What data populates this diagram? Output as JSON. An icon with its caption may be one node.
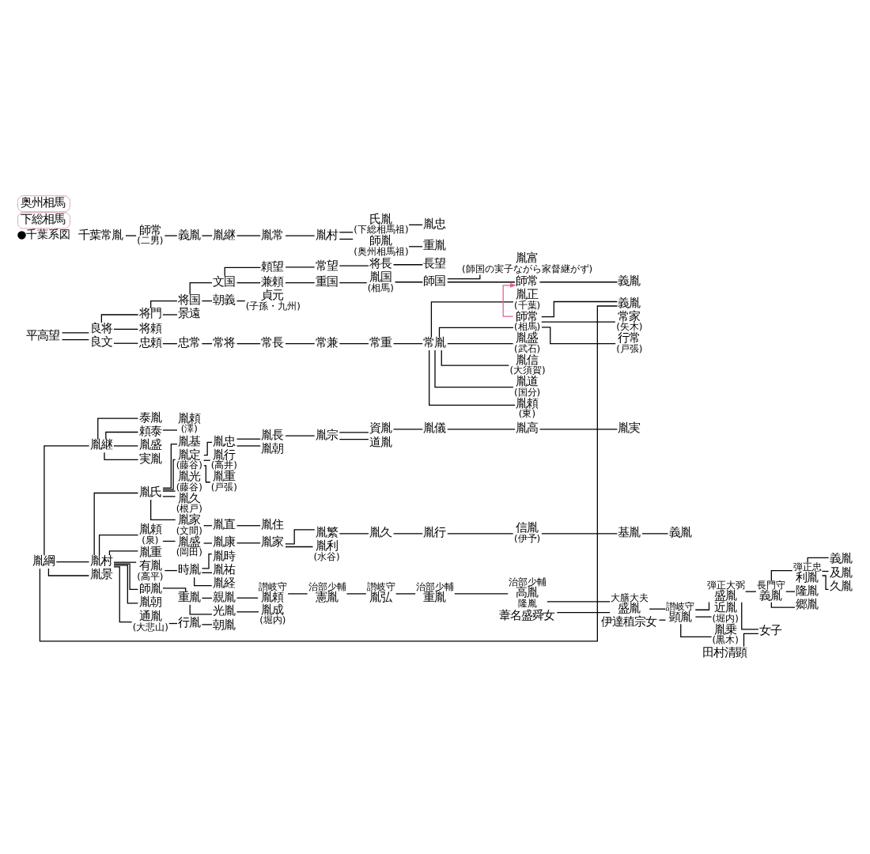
{
  "diagram": {
    "nodes": [
      {
        "text": [
          "平高望"
        ]
      },
      {
        "text": [
          "良将"
        ]
      },
      {
        "text": [
          "将門"
        ]
      },
      {
        "text": [
          "将頼"
        ]
      },
      {
        "text": [
          "将国"
        ]
      },
      {
        "text": [
          "景遠"
        ]
      },
      {
        "text": [
          "文国"
        ]
      },
      {
        "text": [
          "朝義"
        ]
      },
      {
        "text": [
          "貞元"
        ],
        "beside": [
          "(子孫・九州)"
        ]
      },
      {
        "text": [
          "頼望"
        ]
      },
      {
        "text": [
          "常望"
        ]
      },
      {
        "text": [
          "将長"
        ]
      },
      {
        "text": [
          "長望"
        ]
      },
      {
        "text": [
          "兼頼"
        ]
      },
      {
        "text": [
          "重国"
        ]
      },
      {
        "text": [
          "胤国"
        ],
        "beside": [
          "(相馬)"
        ]
      },
      {
        "text": [
          "師国"
        ]
      },
      {
        "text": [
          "胤富"
        ],
        "beside": [
          "(師国の実子ながら家督継がず)"
        ]
      },
      {
        "text": [
          "師常"
        ]
      },
      {
        "text": [
          "義胤"
        ]
      },
      {
        "text": [
          "良文"
        ]
      },
      {
        "text": [
          "忠頼"
        ]
      },
      {
        "text": [
          "忠常"
        ]
      },
      {
        "text": [
          "常将"
        ]
      },
      {
        "text": [
          "常長"
        ]
      },
      {
        "text": [
          "常兼"
        ]
      },
      {
        "text": [
          "常重"
        ]
      },
      {
        "text": [
          "常胤"
        ]
      },
      {
        "text": [
          "胤正"
        ],
        "beside": [
          "(千葉)"
        ]
      },
      {
        "text": [
          "師常"
        ],
        "beside": [
          "(相馬)"
        ]
      },
      {
        "text": [
          "義胤"
        ]
      },
      {
        "text": [
          "常家"
        ],
        "beside": [
          "(矢木)"
        ]
      },
      {
        "text": [
          "行常"
        ],
        "beside": [
          "(戸張)"
        ]
      },
      {
        "text": [
          "胤盛"
        ],
        "beside": [
          "(武石)"
        ]
      },
      {
        "text": [
          "胤信"
        ],
        "beside": [
          "(大須賀)"
        ]
      },
      {
        "text": [
          "胤道"
        ],
        "beside": [
          "(国分)"
        ]
      },
      {
        "text": [
          "胤頼"
        ],
        "beside": [
          "(東)"
        ]
      },
      {
        "text": [
          "千葉常胤"
        ]
      },
      {
        "text": [
          "師常"
        ],
        "beside": [
          "(二男)"
        ]
      },
      {
        "text": [
          "義胤"
        ]
      },
      {
        "text": [
          "胤継"
        ]
      },
      {
        "text": [
          "胤常"
        ]
      },
      {
        "text": [
          "胤村"
        ]
      },
      {
        "text": [
          "氏胤"
        ],
        "beside": [
          "(下総相馬祖)"
        ]
      },
      {
        "text": [
          "胤忠"
        ]
      },
      {
        "text": [
          "師胤"
        ],
        "beside": [
          "(奥州相馬祖)"
        ]
      },
      {
        "text": [
          "重胤"
        ]
      },
      {
        "text": [
          "胤綱"
        ]
      },
      {
        "text": [
          "胤継"
        ]
      },
      {
        "text": [
          "泰胤"
        ]
      },
      {
        "text": [
          "頼泰"
        ]
      },
      {
        "text": [
          "胤頼"
        ],
        "beside": [
          "(澤)"
        ]
      },
      {
        "text": [
          "胤盛"
        ]
      },
      {
        "text": [
          "実胤"
        ]
      },
      {
        "text": [
          "胤村"
        ]
      },
      {
        "text": [
          "胤氏"
        ]
      },
      {
        "text": [
          "胤基"
        ]
      },
      {
        "text": [
          "胤定"
        ],
        "beside": [
          "(藤谷)"
        ]
      },
      {
        "text": [
          "胤忠"
        ]
      },
      {
        "text": [
          "胤行"
        ],
        "beside": [
          "(高井)"
        ]
      },
      {
        "text": [
          "胤重"
        ],
        "beside": [
          "(戸張)"
        ]
      },
      {
        "text": [
          "胤長"
        ]
      },
      {
        "text": [
          "胤朝"
        ]
      },
      {
        "text": [
          "胤宗"
        ]
      },
      {
        "text": [
          "資胤"
        ]
      },
      {
        "text": [
          "胤儀"
        ]
      },
      {
        "text": [
          "胤高"
        ]
      },
      {
        "text": [
          "胤実"
        ]
      },
      {
        "text": [
          "道胤"
        ]
      },
      {
        "text": [
          "胤光"
        ],
        "beside": [
          "(藤谷)"
        ]
      },
      {
        "text": [
          "胤久"
        ],
        "beside": [
          "(根戸)"
        ]
      },
      {
        "text": [
          "胤家"
        ],
        "beside": [
          "(文間)"
        ]
      },
      {
        "text": [
          "胤直"
        ]
      },
      {
        "text": [
          "胤住"
        ]
      },
      {
        "text": [
          "胤景"
        ]
      },
      {
        "text": [
          "下総相馬"
        ]
      },
      {
        "text": [
          "奥州相馬"
        ]
      },
      {
        "text": [
          "胤頼"
        ],
        "beside": [
          "(泉)"
        ]
      },
      {
        "text": [
          "胤盛"
        ],
        "beside": [
          "(岡田)"
        ]
      },
      {
        "text": [
          "胤康"
        ]
      },
      {
        "text": [
          "胤家"
        ]
      },
      {
        "text": [
          "胤繁"
        ]
      },
      {
        "text": [
          "胤久"
        ]
      },
      {
        "text": [
          "胤行"
        ]
      },
      {
        "text": [
          "信胤"
        ],
        "beside": [
          "(伊予)"
        ]
      },
      {
        "text": [
          "基胤"
        ]
      },
      {
        "text": [
          "義胤"
        ]
      },
      {
        "text": [
          "胤利"
        ],
        "beside": [
          "(水谷)"
        ]
      },
      {
        "text": [
          "胤重"
        ]
      },
      {
        "text": [
          "有胤"
        ],
        "beside": [
          "(高平)"
        ]
      },
      {
        "text": [
          "時胤"
        ]
      },
      {
        "text": [
          "胤時"
        ]
      },
      {
        "text": [
          "胤祐"
        ]
      },
      {
        "text": [
          "胤経"
        ]
      },
      {
        "text": [
          "師胤"
        ]
      },
      {
        "text": [
          "重胤"
        ]
      },
      {
        "text": [
          "親胤"
        ]
      },
      {
        "text": [
          "讃岐守",
          "胤頼"
        ]
      },
      {
        "text": [
          "治部少輔",
          "憲胤"
        ]
      },
      {
        "text": [
          "讃岐守",
          "胤弘"
        ]
      },
      {
        "text": [
          "治部少輔",
          "重胤"
        ]
      },
      {
        "text": [
          "治部少輔",
          "高胤"
        ],
        "beside": [
          "隆胤"
        ]
      },
      {
        "text": [
          "大膳大夫",
          "盛胤"
        ]
      },
      {
        "text": [
          "讃岐守",
          "顕胤"
        ]
      },
      {
        "text": [
          "弾正大弼",
          "盛胤"
        ]
      },
      {
        "text": [
          "長門守",
          "義胤"
        ]
      },
      {
        "text": [
          "弾正忠",
          "利胤"
        ]
      },
      {
        "text": [
          "義胤"
        ]
      },
      {
        "text": [
          "及胤"
        ]
      },
      {
        "text": [
          "久胤"
        ]
      },
      {
        "text": [
          "隆胤"
        ]
      },
      {
        "text": [
          "郷胤"
        ]
      },
      {
        "text": [
          "女子"
        ]
      },
      {
        "text": [
          "近胤"
        ],
        "beside": [
          "(堀内)"
        ]
      },
      {
        "text": [
          "胤乗"
        ],
        "beside": [
          "(黒木)"
        ]
      },
      {
        "text": [
          "葦名盛舜女"
        ]
      },
      {
        "text": [
          "伊達稙宗女"
        ]
      },
      {
        "text": [
          "田村清顕"
        ]
      },
      {
        "text": [
          "光胤"
        ]
      },
      {
        "text": [
          "胤成"
        ],
        "beside": [
          "(堀内)"
        ]
      },
      {
        "text": [
          "胤朝"
        ]
      },
      {
        "text": [
          "通胤"
        ],
        "beside": [
          "(大悲山)"
        ]
      },
      {
        "text": [
          "行胤"
        ]
      },
      {
        "text": [
          "朝胤"
        ]
      }
    ],
    "edges": [
      {
        "from": 0,
        "to": 1,
        "arrow": "none"
      },
      {
        "from": 0,
        "to": 20,
        "arrow": "none"
      },
      {
        "from": 1,
        "to": 2,
        "arrow": "none"
      },
      {
        "from": 1,
        "to": 3,
        "arrow": "none"
      },
      {
        "from": 2,
        "to": 4,
        "arrow": "none"
      },
      {
        "from": 2,
        "to": 5,
        "arrow": "none"
      },
      {
        "from": 4,
        "to": 6,
        "arrow": "none"
      },
      {
        "from": 4,
        "to": 7,
        "arrow": "none"
      },
      {
        "from": 7,
        "to": 8,
        "arrow": "none"
      },
      {
        "from": 6,
        "to": 9,
        "arrow": "none"
      },
      {
        "from": 9,
        "to": 10,
        "arrow": "none"
      },
      {
        "from": 10,
        "to": 11,
        "arrow": "none"
      },
      {
        "from": 11,
        "to": 12,
        "arrow": "none"
      },
      {
        "from": 6,
        "to": 13,
        "arrow": "none"
      },
      {
        "from": 13,
        "to": 14,
        "arrow": "none"
      },
      {
        "from": 14,
        "to": 15,
        "arrow": "none"
      },
      {
        "from": 15,
        "to": 16,
        "arrow": "none"
      },
      {
        "from": 16,
        "to": 17,
        "arrow": "none"
      },
      {
        "from": 16,
        "to": 18,
        "arrow": "none"
      },
      {
        "from": 18,
        "to": 19,
        "arrow": "none"
      },
      {
        "from": 20,
        "to": 21,
        "arrow": "none"
      },
      {
        "from": 21,
        "to": 22,
        "arrow": "none"
      },
      {
        "from": 22,
        "to": 23,
        "arrow": "none"
      },
      {
        "from": 23,
        "to": 24,
        "arrow": "none"
      },
      {
        "from": 24,
        "to": 25,
        "arrow": "none"
      },
      {
        "from": 25,
        "to": 26,
        "arrow": "none"
      },
      {
        "from": 26,
        "to": 27,
        "arrow": "none"
      },
      {
        "from": 27,
        "to": 28,
        "arrow": "none"
      },
      {
        "from": 27,
        "to": 29,
        "arrow": "none"
      },
      {
        "from": 27,
        "to": 33,
        "arrow": "none"
      },
      {
        "from": 27,
        "to": 34,
        "arrow": "none"
      },
      {
        "from": 27,
        "to": 35,
        "arrow": "none"
      },
      {
        "from": 27,
        "to": 36,
        "arrow": "none"
      },
      {
        "from": 29,
        "to": 30,
        "arrow": "none"
      },
      {
        "from": 29,
        "to": 31,
        "arrow": "none"
      },
      {
        "from": 29,
        "to": 32,
        "arrow": "none"
      },
      {
        "from": 29,
        "to": 18,
        "arrow": "to",
        "color": "#e0609a"
      },
      {
        "from": 37,
        "to": 38,
        "arrow": "none"
      },
      {
        "from": 38,
        "to": 39,
        "arrow": "none"
      },
      {
        "from": 39,
        "to": 40,
        "arrow": "none"
      },
      {
        "from": 40,
        "to": 41,
        "arrow": "none"
      },
      {
        "from": 41,
        "to": 42,
        "arrow": "none"
      },
      {
        "from": 42,
        "to": 43,
        "arrow": "none"
      },
      {
        "from": 43,
        "to": 44,
        "arrow": "none"
      },
      {
        "from": 42,
        "to": 45,
        "arrow": "none"
      },
      {
        "from": 45,
        "to": 46,
        "arrow": "none"
      },
      {
        "from": 30,
        "to": 47,
        "arrow": "none"
      },
      {
        "from": 47,
        "to": 48,
        "arrow": "none"
      },
      {
        "from": 47,
        "to": 54,
        "arrow": "none"
      },
      {
        "from": 47,
        "to": 74,
        "arrow": "none"
      },
      {
        "from": 48,
        "to": 49,
        "arrow": "none"
      },
      {
        "from": 48,
        "to": 50,
        "arrow": "none"
      },
      {
        "from": 48,
        "to": 52,
        "arrow": "none"
      },
      {
        "from": 48,
        "to": 53,
        "arrow": "none"
      },
      {
        "from": 50,
        "to": 51,
        "arrow": "none"
      },
      {
        "from": 54,
        "to": 55,
        "arrow": "none"
      },
      {
        "from": 55,
        "to": 56,
        "arrow": "none"
      },
      {
        "from": 55,
        "to": 57,
        "arrow": "none"
      },
      {
        "from": 55,
        "to": 69,
        "arrow": "none"
      },
      {
        "from": 55,
        "to": 70,
        "arrow": "none"
      },
      {
        "from": 55,
        "to": 71,
        "arrow": "none"
      },
      {
        "from": 57,
        "to": 58,
        "arrow": "none"
      },
      {
        "from": 57,
        "to": 59,
        "arrow": "none"
      },
      {
        "from": 57,
        "to": 60,
        "arrow": "none"
      },
      {
        "from": 58,
        "to": 61,
        "arrow": "none"
      },
      {
        "from": 58,
        "to": 62,
        "arrow": "none"
      },
      {
        "from": 61,
        "to": 63,
        "arrow": "none"
      },
      {
        "from": 63,
        "to": 64,
        "arrow": "none"
      },
      {
        "from": 63,
        "to": 68,
        "arrow": "none"
      },
      {
        "from": 64,
        "to": 65,
        "arrow": "none"
      },
      {
        "from": 65,
        "to": 66,
        "arrow": "none"
      },
      {
        "from": 66,
        "to": 67,
        "arrow": "none"
      },
      {
        "from": 71,
        "to": 72,
        "arrow": "none"
      },
      {
        "from": 72,
        "to": 73,
        "arrow": "none"
      },
      {
        "from": 54,
        "to": 77,
        "arrow": "none"
      },
      {
        "from": 54,
        "to": 88,
        "arrow": "none"
      },
      {
        "from": 54,
        "to": 89,
        "arrow": "none"
      },
      {
        "from": 54,
        "to": 94,
        "arrow": "none"
      },
      {
        "from": 54,
        "to": 120,
        "arrow": "none"
      },
      {
        "from": 54,
        "to": 121,
        "arrow": "none"
      },
      {
        "from": 77,
        "to": 78,
        "arrow": "none"
      },
      {
        "from": 78,
        "to": 79,
        "arrow": "none"
      },
      {
        "from": 79,
        "to": 80,
        "arrow": "none"
      },
      {
        "from": 80,
        "to": 81,
        "arrow": "none"
      },
      {
        "from": 80,
        "to": 87,
        "arrow": "none"
      },
      {
        "from": 81,
        "to": 82,
        "arrow": "none"
      },
      {
        "from": 82,
        "to": 83,
        "arrow": "none"
      },
      {
        "from": 83,
        "to": 84,
        "arrow": "none"
      },
      {
        "from": 84,
        "to": 85,
        "arrow": "none"
      },
      {
        "from": 85,
        "to": 86,
        "arrow": "none"
      },
      {
        "from": 89,
        "to": 90,
        "arrow": "none"
      },
      {
        "from": 90,
        "to": 91,
        "arrow": "none"
      },
      {
        "from": 90,
        "to": 92,
        "arrow": "none"
      },
      {
        "from": 90,
        "to": 93,
        "arrow": "none"
      },
      {
        "from": 94,
        "to": 95,
        "arrow": "none"
      },
      {
        "from": 95,
        "to": 96,
        "arrow": "none"
      },
      {
        "from": 95,
        "to": 118,
        "arrow": "none"
      },
      {
        "from": 118,
        "to": 119,
        "arrow": "none"
      },
      {
        "from": 96,
        "to": 97,
        "arrow": "none"
      },
      {
        "from": 97,
        "to": 98,
        "arrow": "none"
      },
      {
        "from": 98,
        "to": 99,
        "arrow": "none"
      },
      {
        "from": 99,
        "to": 100,
        "arrow": "none"
      },
      {
        "from": 100,
        "to": 101,
        "arrow": "none"
      },
      {
        "from": 101,
        "to": 102,
        "arrow": "none"
      },
      {
        "from": 102,
        "to": 103,
        "arrow": "none"
      },
      {
        "from": 115,
        "to": 102,
        "arrow": "none"
      },
      {
        "from": 116,
        "to": 103,
        "arrow": "none"
      },
      {
        "from": 103,
        "to": 104,
        "arrow": "none"
      },
      {
        "from": 103,
        "to": 113,
        "arrow": "none"
      },
      {
        "from": 103,
        "to": 114,
        "arrow": "none"
      },
      {
        "from": 104,
        "to": 105,
        "arrow": "none"
      },
      {
        "from": 104,
        "to": 112,
        "arrow": "none"
      },
      {
        "from": 117,
        "to": 112,
        "arrow": "none"
      },
      {
        "from": 105,
        "to": 106,
        "arrow": "none"
      },
      {
        "from": 105,
        "to": 110,
        "arrow": "none"
      },
      {
        "from": 105,
        "to": 111,
        "arrow": "none"
      },
      {
        "from": 106,
        "to": 107,
        "arrow": "none"
      },
      {
        "from": 106,
        "to": 108,
        "arrow": "none"
      },
      {
        "from": 106,
        "to": 109,
        "arrow": "none"
      },
      {
        "from": 121,
        "to": 122,
        "arrow": "none"
      },
      {
        "from": 122,
        "to": 123,
        "arrow": "none"
      }
    ],
    "labels": [
      "●千葉系図"
    ]
  }
}
